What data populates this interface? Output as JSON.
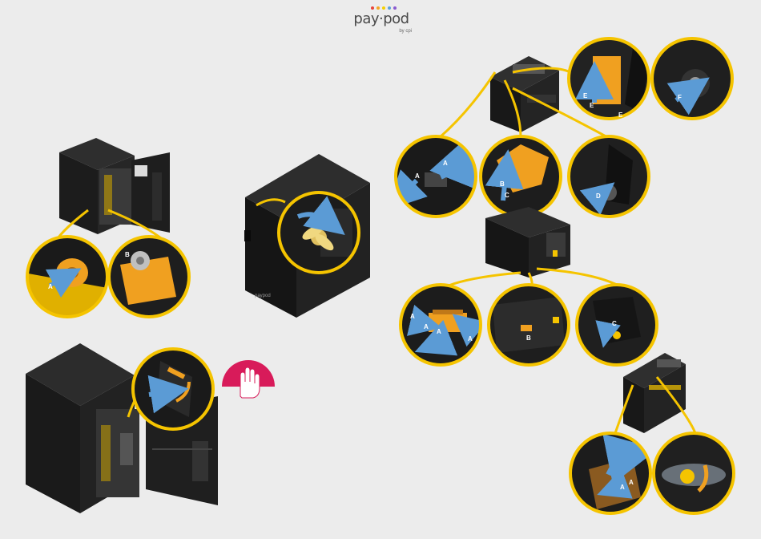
{
  "brand": {
    "name": "pay·pod",
    "byline": "by cpi",
    "dot_colors": [
      "#e8443a",
      "#f5a623",
      "#f5d000",
      "#5aa0dc",
      "#8a5ad0"
    ]
  },
  "device_label": "paypod",
  "colors": {
    "callout_ring": "#f5c400",
    "arrow": "#5b9bd5",
    "part_highlight": "#f0a020",
    "cabinet": "#1f1f1f",
    "background": "#ececec",
    "stop_badge": "#d81b5a"
  },
  "steps": [
    {
      "id": "left-top",
      "callouts": [
        {
          "letters": [
            "A"
          ]
        },
        {
          "letters": [
            "B"
          ]
        }
      ]
    },
    {
      "id": "center",
      "callouts": [
        {
          "letters": []
        }
      ]
    },
    {
      "id": "left-bottom",
      "callouts": [
        {
          "letters": []
        }
      ],
      "badge": "stop-hand-icon"
    },
    {
      "id": "right-top",
      "callouts": [
        {
          "letters": [
            "E",
            "E",
            "E"
          ]
        },
        {
          "letters": [
            "F"
          ]
        },
        {
          "letters": [
            "A",
            "A"
          ]
        },
        {
          "letters": [
            "B",
            "C"
          ]
        },
        {
          "letters": [
            "D"
          ]
        }
      ]
    },
    {
      "id": "right-middle",
      "callouts": [
        {
          "letters": [
            "A",
            "A",
            "A",
            "A"
          ]
        },
        {
          "letters": [
            "B"
          ]
        },
        {
          "letters": [
            "C"
          ]
        }
      ]
    },
    {
      "id": "right-bottom",
      "callouts": [
        {
          "letters": [
            "A",
            "A"
          ]
        },
        {
          "letters": []
        }
      ]
    }
  ],
  "letters": {
    "A": "A",
    "B": "B",
    "C": "C",
    "D": "D",
    "E": "E",
    "F": "F"
  }
}
